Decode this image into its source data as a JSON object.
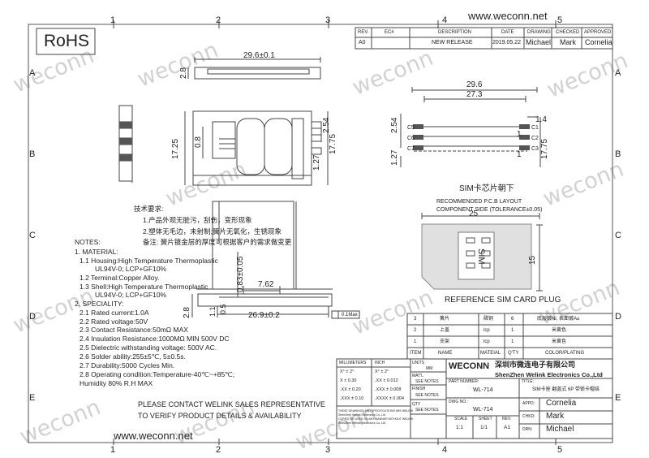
{
  "header": {
    "url": "www.weconn.net",
    "rohs": "RoHS"
  },
  "footer": {
    "url": "www.weconn.net"
  },
  "watermark": "weconn",
  "grid": {
    "columns": [
      "1",
      "2",
      "3",
      "4",
      "5"
    ],
    "rows": [
      "A",
      "B",
      "C",
      "D",
      "E"
    ]
  },
  "revision": {
    "headers": [
      "REV.",
      "EC#",
      "DESCRIPTION",
      "DATE",
      "DRAWING",
      "CHECKED",
      "APPROVED"
    ],
    "row": [
      "A0",
      "",
      "NEW RELEASE",
      "2019.05.22",
      "Michael",
      "Mark",
      "Cornelia"
    ]
  },
  "dims": {
    "top_width": "29.6±0.1",
    "top_height": "2.8",
    "front_height": "17.25",
    "pin_gap": "0.8",
    "right_254": "2.54",
    "right_1775": "17.75",
    "right_127": "1.27",
    "side_offset": "0.83±0.05",
    "side_height": "2.8",
    "pitch": "7.62",
    "side_11": "1.1",
    "side_05": "0.5",
    "side_len": "26.9±0.2",
    "flatness": "0.1Max",
    "pcb_296": "29.6",
    "pcb_273": "27.3",
    "pcb_254": "2.54",
    "pcb_14": "1.4",
    "pcb_1": "1",
    "pcb_1775": "17.75",
    "pcb_127": "1.27",
    "sim_w": "25",
    "sim_h": "15",
    "sim_text": "SIM"
  },
  "pads": {
    "left": [
      "C5",
      "C6",
      "C7"
    ],
    "right": [
      "C1",
      "C2",
      "C3"
    ]
  },
  "pcb_caption": "SIM卡芯片朝下",
  "pcb_layout": [
    "RECOMMENDED P.C.B LAYOUT",
    "COMPONENT SIDE (TOLERANCE±0.05)"
  ],
  "sim_caption": "REFERENCE SIM CARD PLUG",
  "tech": {
    "title": "技术要求:",
    "items": [
      "1.产品外观无脏污，刮伤，变形现象",
      "2.塑体无毛边，未射制;簧片无氧化，生锈现象",
      "备注: 簧片镀金层的厚度可根据客户的需求做变更"
    ]
  },
  "notes": [
    "NOTES:",
    "1. MATERIAL:",
    "1.1 Housing:High Temperature Thermoplastic",
    "UL94V-0; LCP+GF10%",
    "1.2 Terminal:Copper Alloy.",
    "1.3 Shell:High Temperature Thermoplastic",
    "UL94V-0; LCP+GF10%",
    "2. SPECIALITY:",
    "2.1 Rated current:1.0A",
    "2.2 Rated voltage:50V",
    "2.3 Contact Resistance:50mΩ MAX",
    "2.4 Insulation Resistance:1000MΩ MIN 500V DC",
    "2.5 Dielectric withstanding voltage: 500V AC.",
    "2.6 Solder ability:255±5℃, 5±0.5s.",
    "2.7 Durability:5000 Cycles Min.",
    "2.8 Operating condition:Temperature-40℃~+85℃;",
    "Humidity 80% R.H MAX"
  ],
  "contact": [
    "PLEASE CONTACT WELINK SALES REPRESENTATIVE",
    "TO VERIFY PRODUCT DETAILS & AVAILABILITY"
  ],
  "bom": {
    "headers": [
      "ITEM",
      "NAME",
      "MATEIAL",
      "Q'TY",
      "COLOR/PLATING"
    ],
    "rows": [
      [
        "3",
        "簧片",
        "磷铜",
        "6",
        "底层镀Ni, 表面镀Au"
      ],
      [
        "2",
        "上盖",
        "lcp",
        "1",
        "米黄色"
      ],
      [
        "1",
        "支架",
        "lcp",
        "1",
        "米黄色"
      ]
    ]
  },
  "tolerance": {
    "head": [
      "MILLIMETERS",
      "INCH"
    ],
    "rows": [
      [
        "X°  ±  2°",
        "X°  ±  2°"
      ],
      [
        "X  ± 0.30",
        ".XX  ± 0.012"
      ],
      [
        ".XX  ± 0.20",
        ".XXX  ± 0.008"
      ],
      [
        ".XXX ± 0.10",
        ".XXXX ± 0.004"
      ]
    ],
    "fine": [
      "THESE DRAWINGS AND SPECIFICATIONS ARE WELINK",
      "ShenZhen Welink Electronics Co.,Ltd",
      "COPIED OR USED ON ANY MANNER WITHOUT WELINK",
      "ShenZhen Welink Electronics Co.,Ltd"
    ]
  },
  "labels": {
    "units": "UNITS",
    "mm": "MM",
    "mats": "MAT'L",
    "see_notes": "SEE NOTES",
    "finish": "FINISH",
    "qty": "QTY"
  },
  "title_block": {
    "brand": "WECONN",
    "company_cn": "深圳市微连电子有限公司",
    "company_en": "ShenZhen Welink Electronics Co.,Ltd",
    "part_label": "PART NUMBER:",
    "part": "WL-714",
    "title_label": "TITLE:",
    "title": "SIM卡座 翻盖式 6P 带锁卡帽结",
    "dwg_label": "DWG NO.:",
    "dwg": "WL-714",
    "scale_label": "SCALE",
    "sheet_label": "SHEET",
    "rev_label": "REV.",
    "scale": "1:1",
    "sheet": "1/1",
    "rev": "A1",
    "appd_label": "APPD:",
    "appd": "Cornelia",
    "chkd_label": "CHKD:",
    "chkd": "Mark",
    "drn_label": "DRN:",
    "drn": "Michael"
  }
}
